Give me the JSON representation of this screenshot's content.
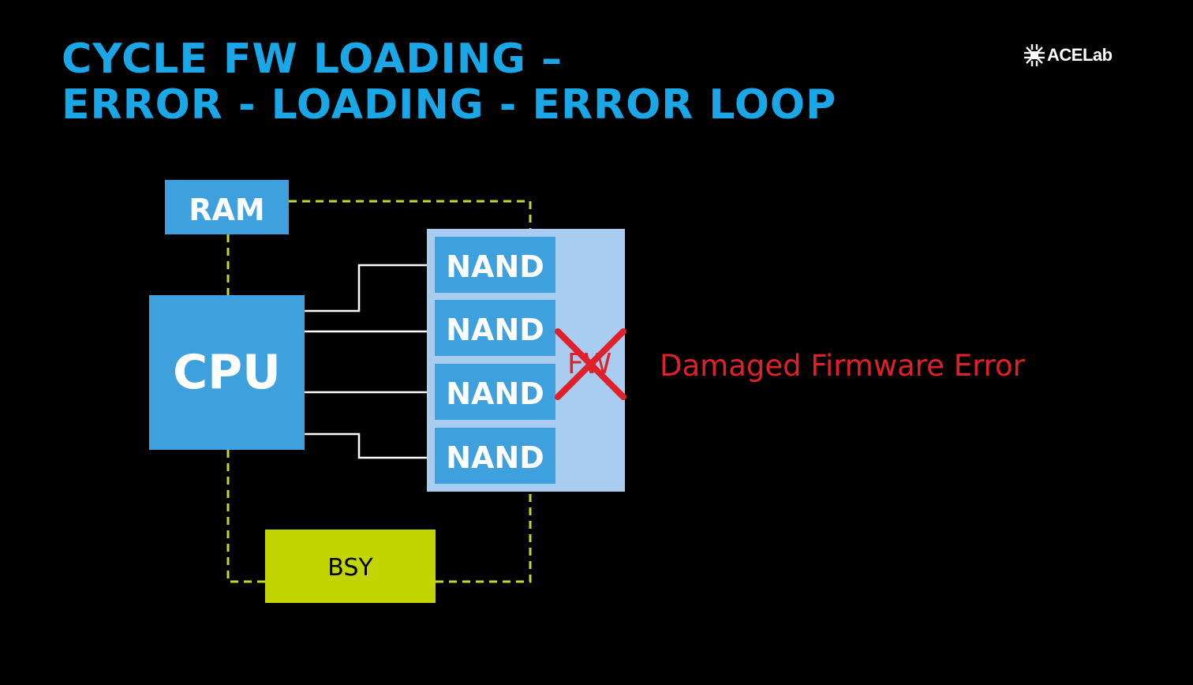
{
  "title": {
    "line1": "Cycle FW loading –",
    "line2": "Error - Loading - Error loop"
  },
  "logo": {
    "text": "ACELab"
  },
  "diagram": {
    "ram_label": "RAM",
    "cpu_label": "CPU",
    "nand_labels": [
      "NAND",
      "NAND",
      "NAND",
      "NAND"
    ],
    "fw_label": "FW",
    "bsy_label": "BSY",
    "error_label": "Damaged Firmware Error"
  },
  "colors": {
    "title": "#1aa7e8",
    "block": "#3ea0dc",
    "nand_array": "#a8cdf0",
    "bsy": "#c2d500",
    "dashed_line": "#c8d62a",
    "error": "#e0202a",
    "bus_line": "#ffffff",
    "text_on_block": "#ffffff"
  }
}
